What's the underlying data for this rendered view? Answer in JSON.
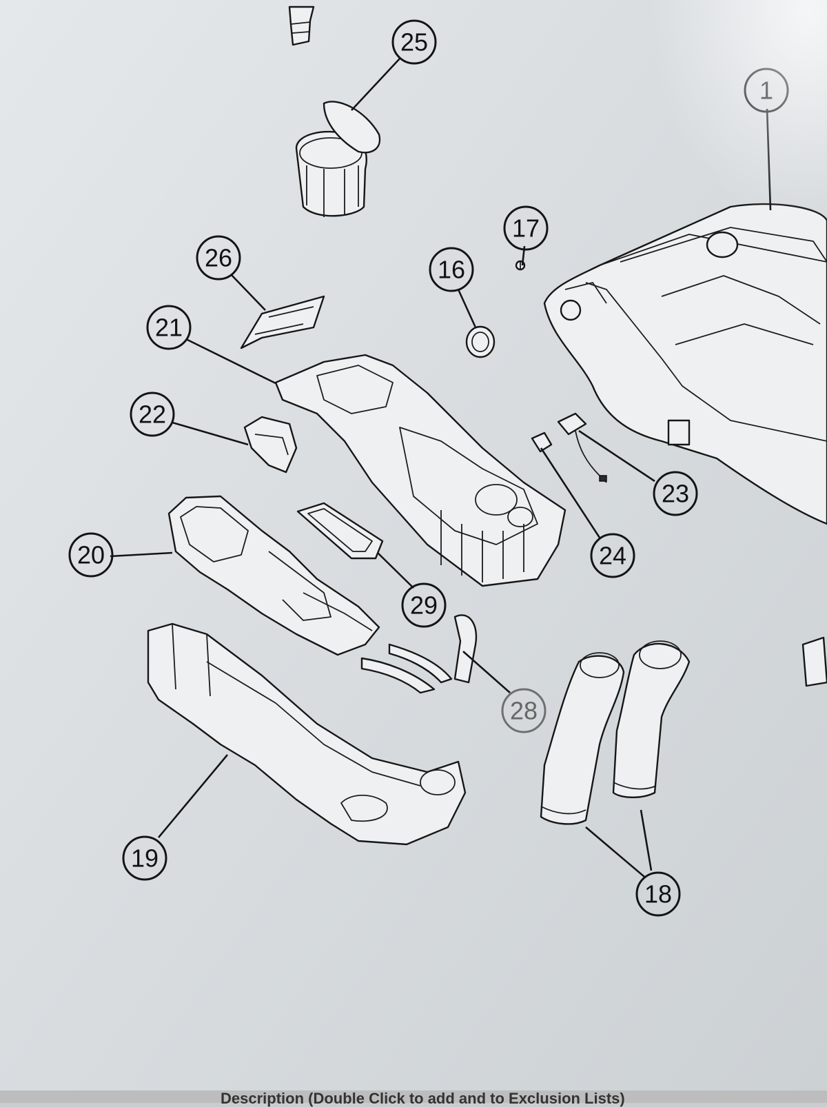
{
  "diagram": {
    "callouts": [
      "25",
      "1",
      "17",
      "16",
      "26",
      "21",
      "22",
      "23",
      "24",
      "20",
      "29",
      "28",
      "19",
      "18"
    ]
  },
  "footer": {
    "description_header": "Description (Double Click to add and to Exclusion Lists)"
  }
}
